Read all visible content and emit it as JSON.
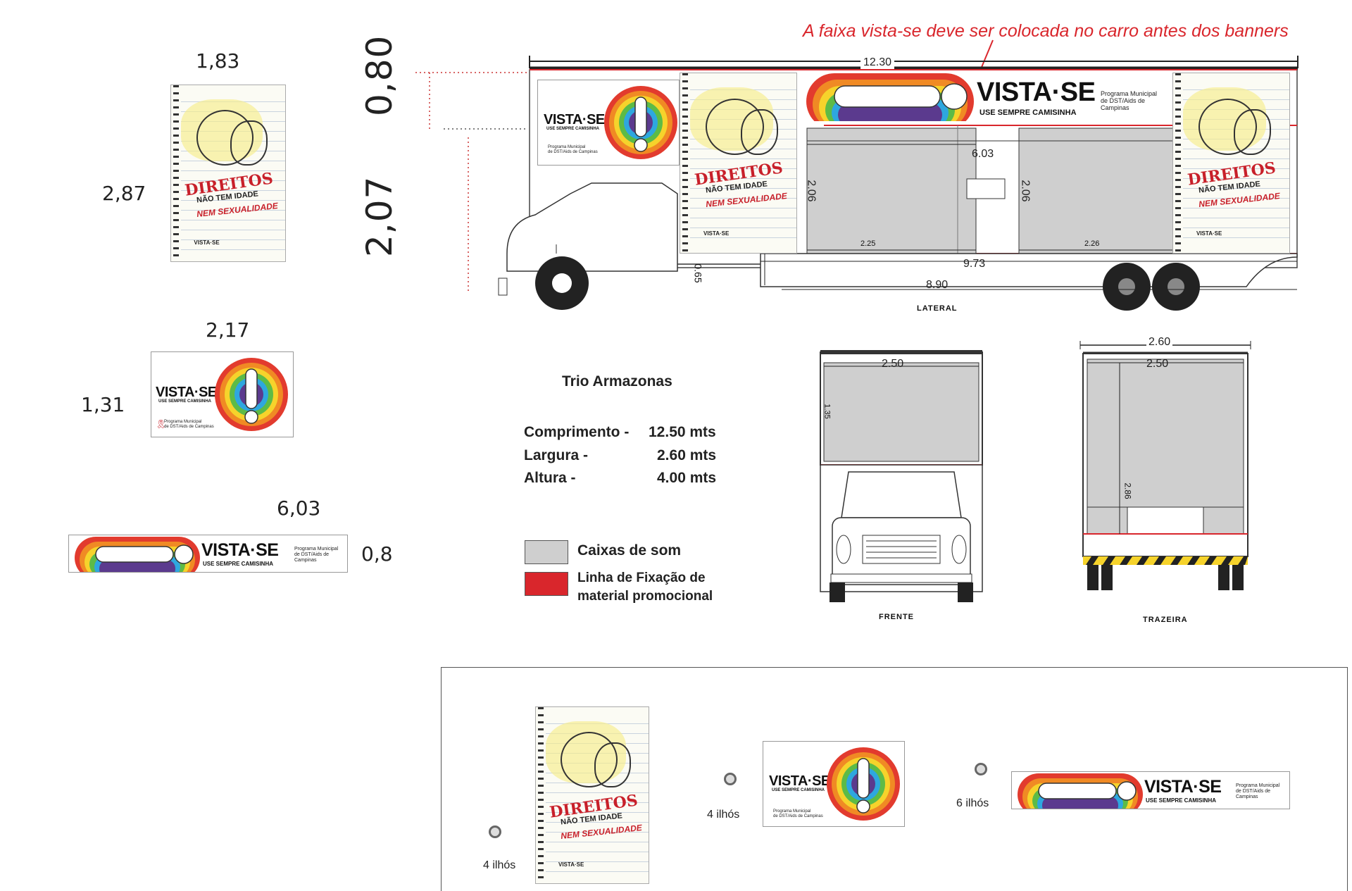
{
  "note": "A faixa vista-se deve ser colocada no carro antes dos banners",
  "dimensions": {
    "poster_width": "1,83",
    "poster_height": "2,87",
    "cab_banner_width": "2,17",
    "cab_banner_height": "1,31",
    "strip_width": "6,03",
    "strip_height": "0,8",
    "vert_top": "0,80",
    "vert_bottom": "2,07"
  },
  "truck_side": {
    "overall_length": "12.30",
    "box_inner": "6.03",
    "box_height_left": "2.06",
    "box_height_right": "2.06",
    "speaker_left": "2.25",
    "speaker_right": "2.26",
    "body_length": "9.73",
    "chassis_length": "8.90",
    "step_height": "0.65",
    "view_label": "LATERAL"
  },
  "truck_front": {
    "width": "2.50",
    "height": "1.35",
    "view_label": "FRENTE"
  },
  "truck_rear": {
    "overall_width": "2.60",
    "inner_width": "2.50",
    "height": "2.86",
    "view_label": "TRAZEIRA"
  },
  "specs": {
    "title": "Trio Armazonas",
    "rows": [
      {
        "label": "Comprimento -",
        "value": "12.50 mts"
      },
      {
        "label": "Largura -",
        "value": "2.60 mts"
      },
      {
        "label": "Altura -",
        "value": "4.00 mts"
      }
    ]
  },
  "legend": [
    {
      "label": "Caixas de som",
      "color": "#cfcfcf"
    },
    {
      "label": "Linha de Fixação de material promocional",
      "color": "#d9262c"
    }
  ],
  "brand": {
    "wordmark": "VISTA·SE",
    "tagline": "USE SEMPRE CAMISINHA",
    "program_line1": "Programa Municipal",
    "program_line2": "de DST/Aids de Campinas"
  },
  "poster_text": {
    "line1": "DIREITOS",
    "line2": "NÃO TEM IDADE",
    "line3": "NEM SEXUALIDADE",
    "footer": "VISTA·SE"
  },
  "grommets": [
    {
      "label": "4 ilhós"
    },
    {
      "label": "4 ilhós"
    },
    {
      "label": "6 ilhós"
    }
  ],
  "colors": {
    "accent_red": "#d9262c",
    "speaker_gray": "#cfcfcf",
    "rainbow": [
      "#e23b2e",
      "#f08a24",
      "#f6d32b",
      "#5dbb46",
      "#2ea7df",
      "#5b3a8e"
    ]
  }
}
